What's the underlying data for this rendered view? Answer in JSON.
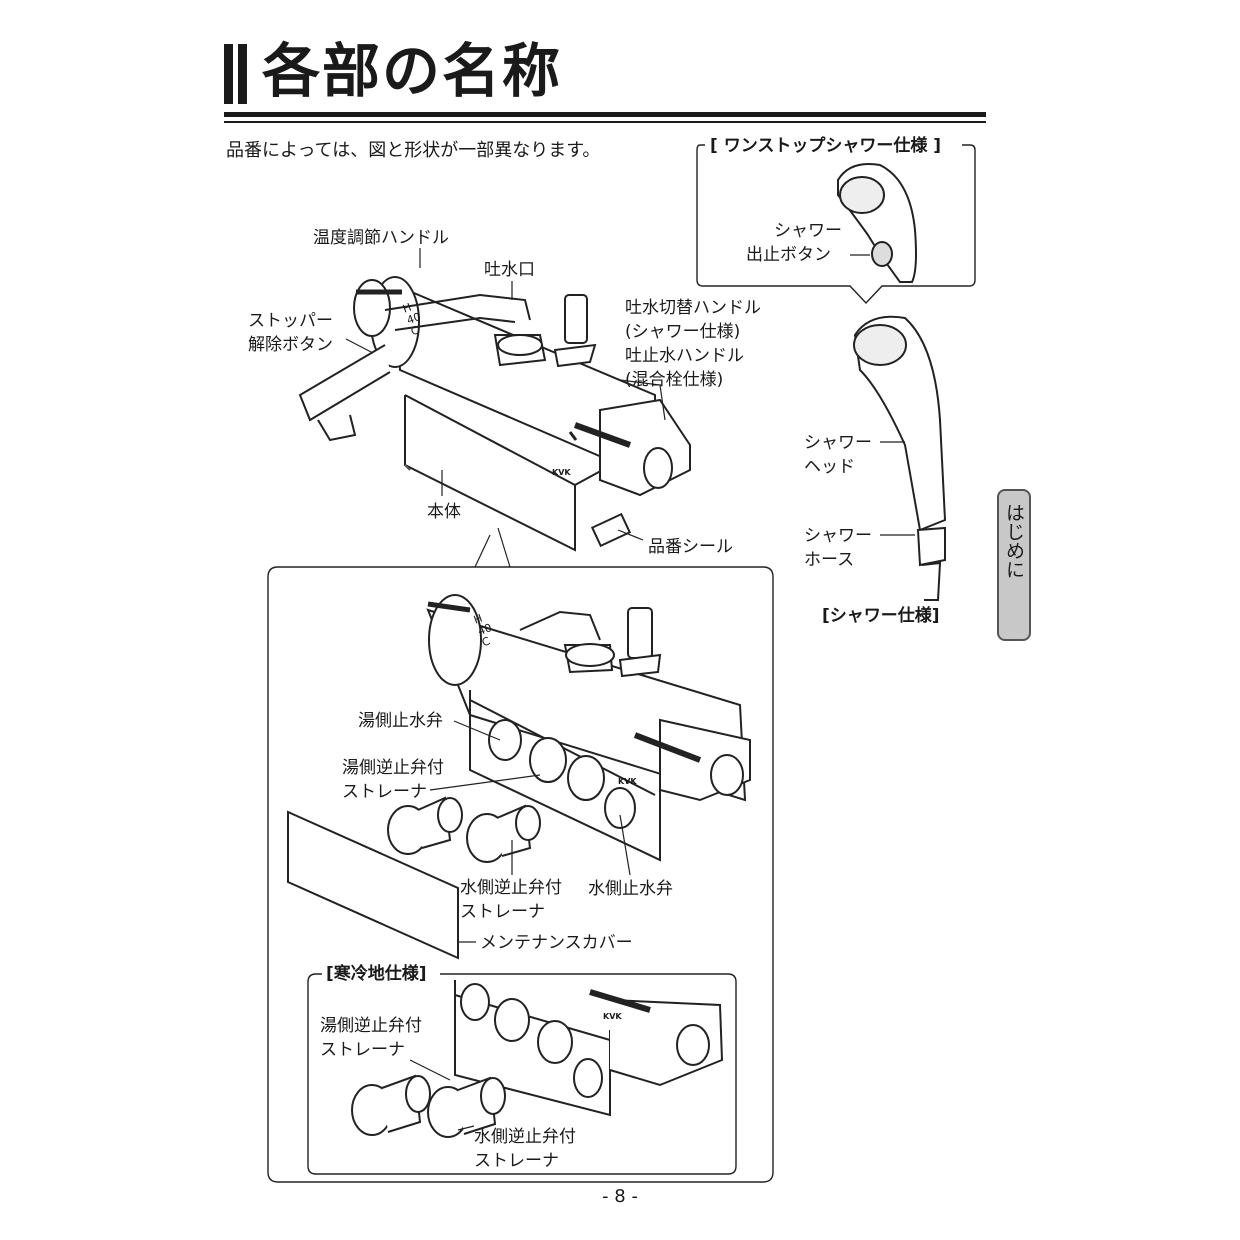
{
  "page": {
    "title": "各部の名称",
    "note": "品番によっては、図と形状が一部異なります。",
    "page_number": "- 8 -",
    "side_tab": "はじめに"
  },
  "main_diagram": {
    "labels": {
      "temp_handle": "温度調節ハンドル",
      "spout": "吐水口",
      "stopper_release_1": "ストッパー",
      "stopper_release_2": "解除ボタン",
      "switch_handle_1": "吐水切替ハンドル",
      "switch_handle_2": "(シャワー仕様)",
      "stop_handle_1": "吐止水ハンドル",
      "stop_handle_2": "(混合栓仕様)",
      "body": "本体",
      "model_seal": "品番シール",
      "dial_h": "H",
      "dial_40": "40",
      "dial_c": "C",
      "brand": "KVK"
    }
  },
  "shower": {
    "onestop_title": "[ ワンストップシャワー仕様 ]",
    "button_1": "シャワー",
    "button_2": "出止ボタン",
    "head_1": "シャワー",
    "head_2": "ヘッド",
    "hose_1": "シャワー",
    "hose_2": "ホース",
    "spec": "[シャワー仕様]"
  },
  "detail": {
    "hot_stop_valve": "湯側止水弁",
    "hot_strainer_1": "湯側逆止弁付",
    "hot_strainer_2": "ストレーナ",
    "cold_strainer_1": "水側逆止弁付",
    "cold_strainer_2": "ストレーナ",
    "cold_stop_valve": "水側止水弁",
    "cover": "メンテナンスカバー",
    "dial_h": "H",
    "dial_40": "40",
    "dial_c": "C",
    "brand": "KVK"
  },
  "cold_region": {
    "title": "[寒冷地仕様]",
    "hot_strainer_1": "湯側逆止弁付",
    "hot_strainer_2": "ストレーナ",
    "cold_strainer_1": "水側逆止弁付",
    "cold_strainer_2": "ストレーナ",
    "brand": "KVK"
  }
}
